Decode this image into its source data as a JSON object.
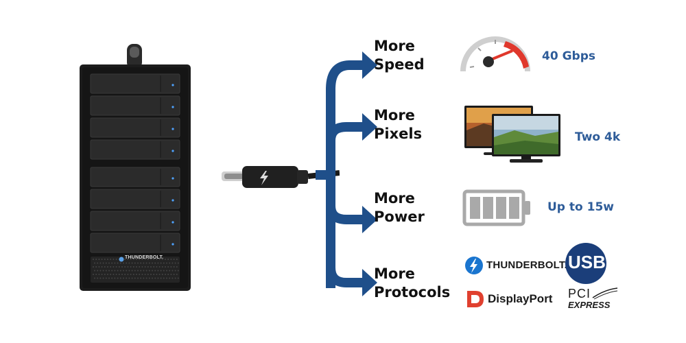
{
  "device": {
    "badge": "THUNDERBOLT."
  },
  "features": [
    {
      "line1": "More",
      "line2": "Speed",
      "value": "40 Gbps"
    },
    {
      "line1": "More",
      "line2": "Pixels",
      "value": "Two 4k"
    },
    {
      "line1": "More",
      "line2": "Power",
      "value": "Up to 15w"
    },
    {
      "line1": "More",
      "line2": "Protocols"
    }
  ],
  "logos": {
    "thunderbolt": "THUNDERBOLT.",
    "usb": "USB",
    "displayport": "DisplayPort",
    "pci_top": "PCI",
    "pci_bottom": "EXPRESS"
  },
  "colors": {
    "arrow": "#1f4f8a",
    "value_text": "#2e5c99",
    "battery": "#a9a9a9",
    "gauge_red": "#e0382c"
  },
  "icons": [
    "thunderbolt-icon",
    "speedometer-icon",
    "monitors-icon",
    "battery-icon"
  ]
}
